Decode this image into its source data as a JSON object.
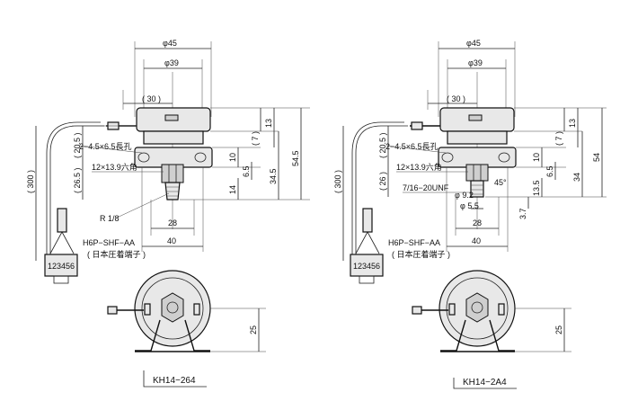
{
  "left": {
    "title": "KH14−264",
    "dims": {
      "phi45": "φ45",
      "phi39": "φ39",
      "d30": "( 30 )",
      "d7": "( 7 )",
      "d13": "13",
      "d54_5": "54.5",
      "d34_5": "34.5",
      "d20_5": "( 20.5 )",
      "d26_5": "( 26.5 )",
      "d300": "( 300 )",
      "d10": "10",
      "d6_5": "6.5",
      "d14": "14",
      "d28": "28",
      "d40": "40",
      "d25": "25"
    },
    "labels": {
      "hole": "2−4.5×6.5長孔",
      "hex": "12×13.9六角",
      "thread": "R 1/8",
      "connector": "H6P−SHF−AA",
      "maker": "( 日本圧着端子 )",
      "pins": "123456"
    }
  },
  "right": {
    "title": "KH14−2A4",
    "dims": {
      "phi45": "φ45",
      "phi39": "φ39",
      "d30": "( 30 )",
      "d7": "( 7 )",
      "d13": "13",
      "d54": "54",
      "d34": "34",
      "d20_5": "( 20.5 )",
      "d26": "( 26 )",
      "d300": "( 300 )",
      "d10": "10",
      "d6_5": "6.5",
      "d13_5": "13.5",
      "d3_7": "3.7",
      "d28": "28",
      "d40": "40",
      "d25": "25",
      "phi9_2": "φ 9.2",
      "phi5_5": "φ 5.5",
      "deg45": "45°"
    },
    "labels": {
      "hole": "2−4.5×6.5長孔",
      "hex": "12×13.9六角",
      "thread": "7/16−20UNF",
      "connector": "H6P−SHF−AA",
      "maker": "( 日本圧着端子 )",
      "pins": "123456"
    }
  }
}
